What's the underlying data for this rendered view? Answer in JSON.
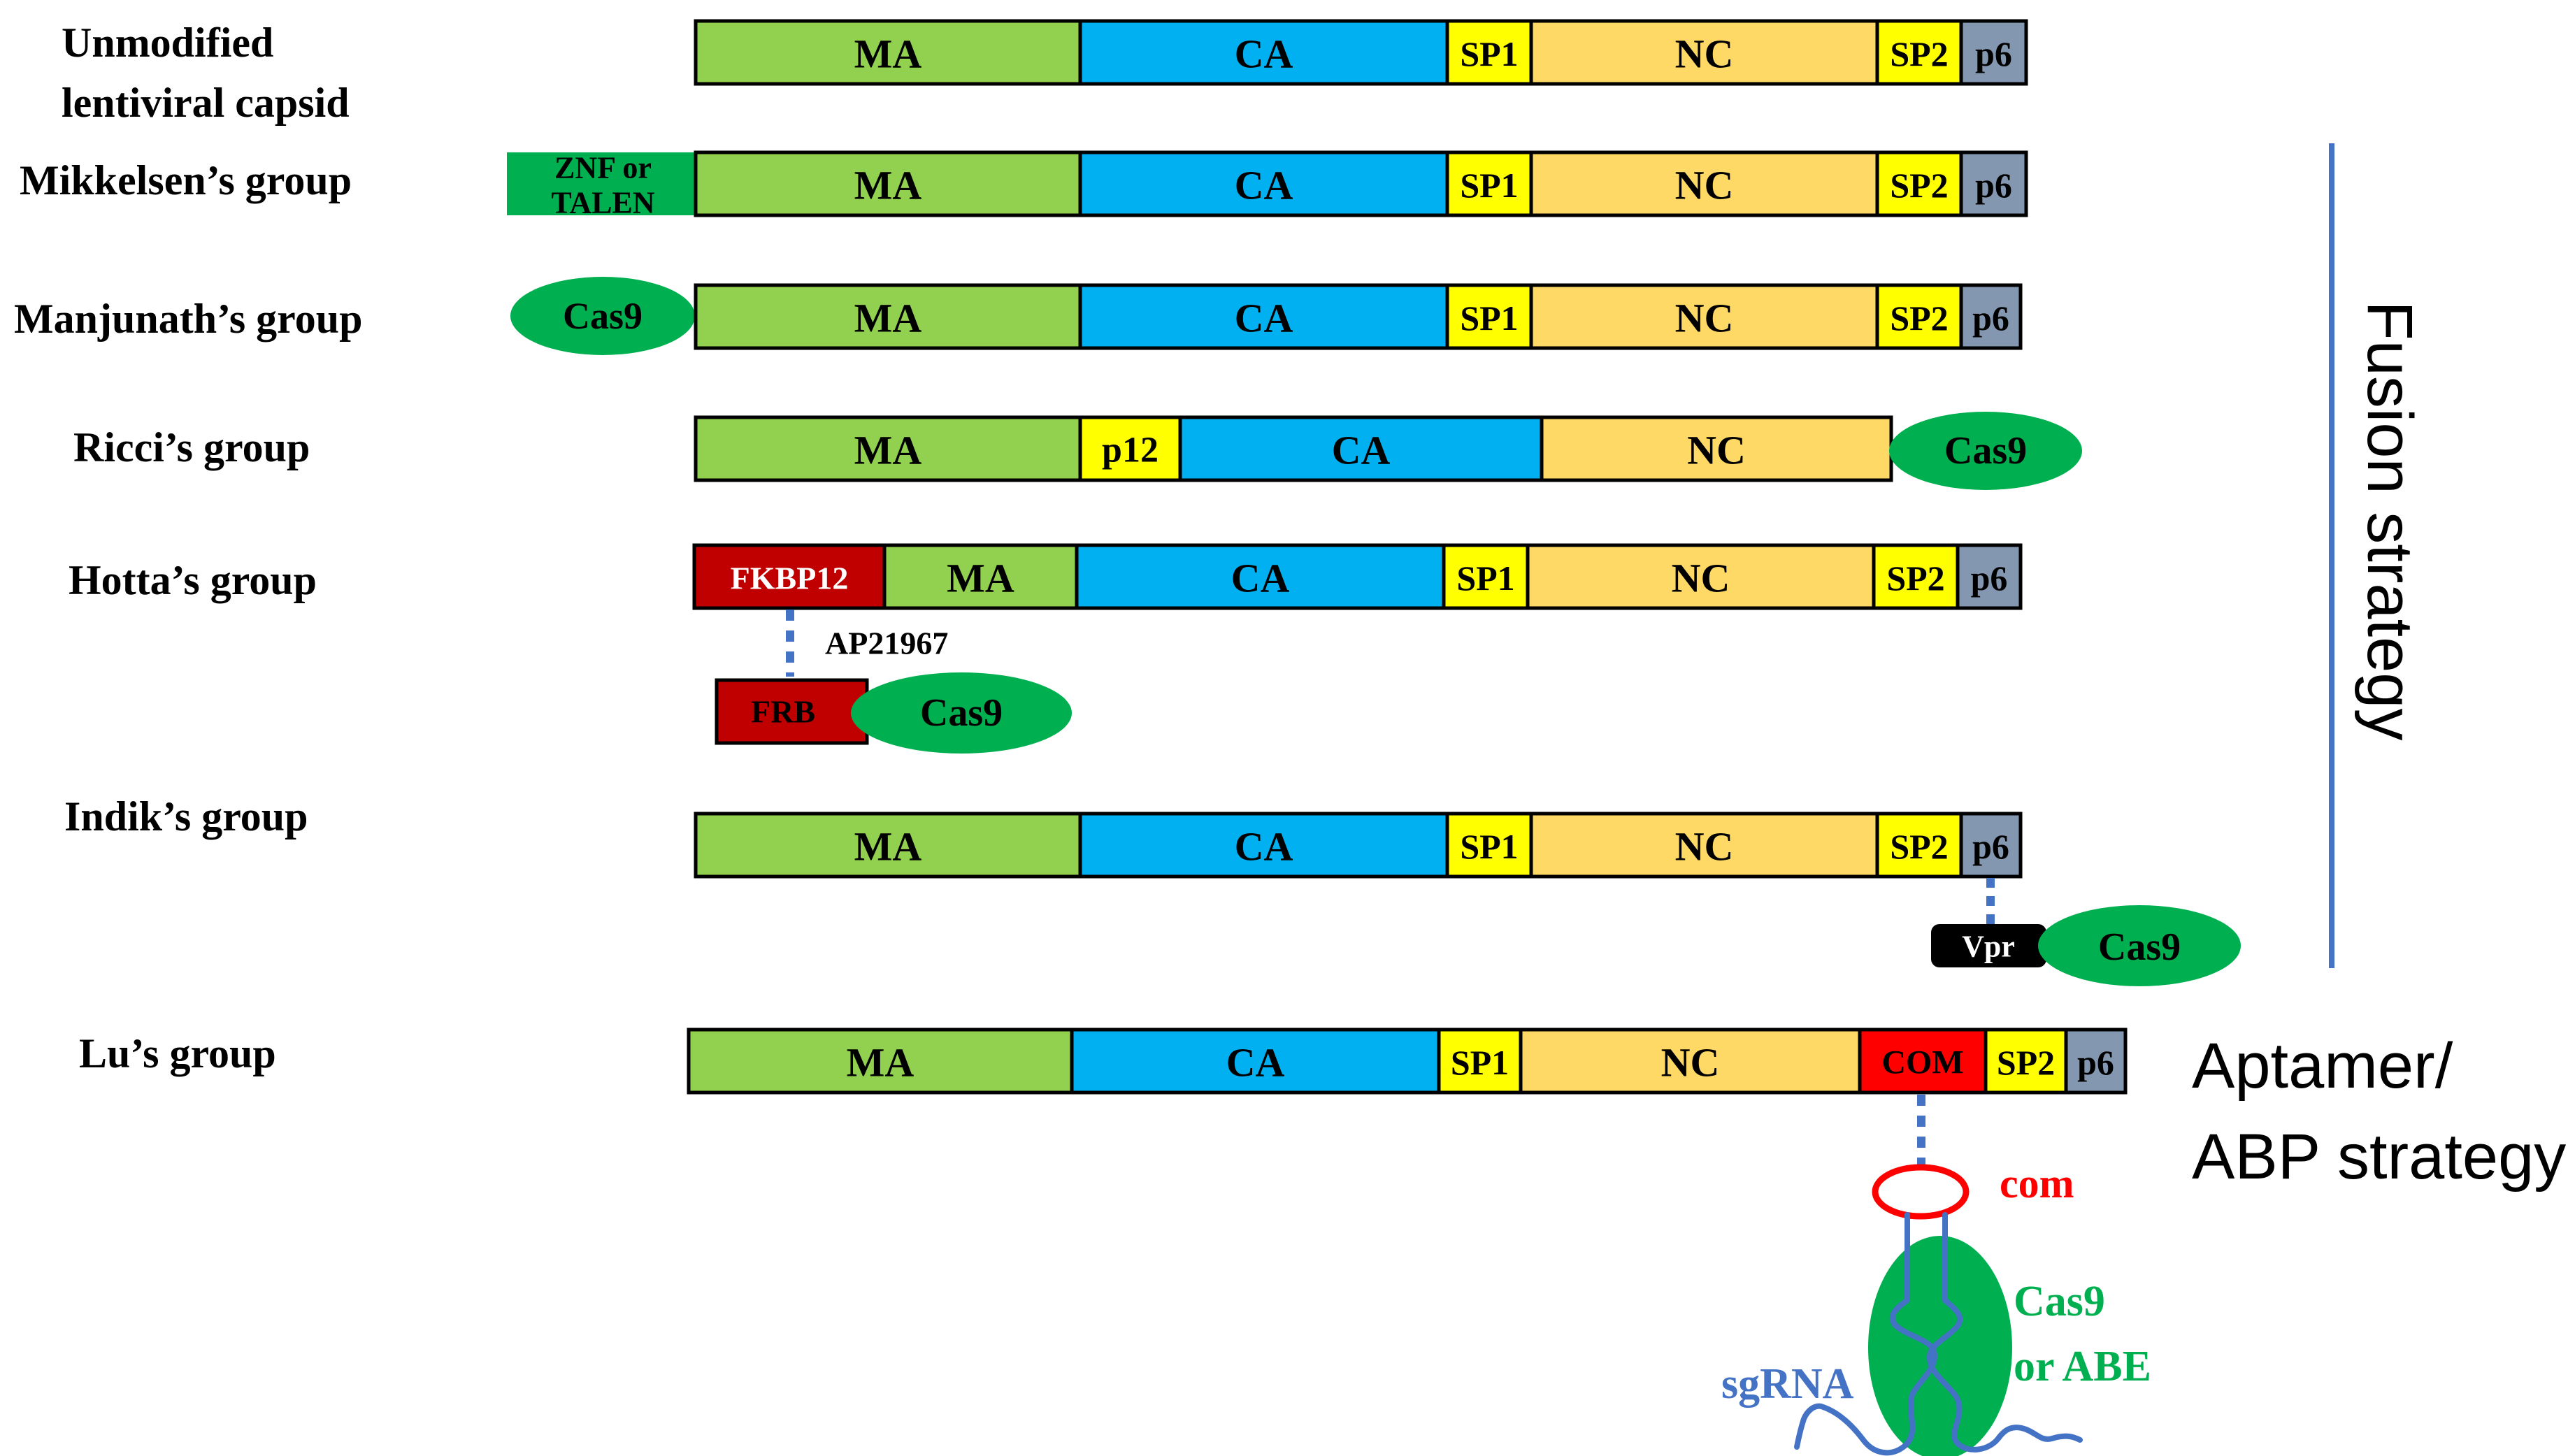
{
  "rows": [
    {
      "id": "unmodified",
      "label_lines": [
        "Unmodified",
        "lentiviral capsid"
      ],
      "segments": [
        {
          "text": "MA",
          "color": "#92d050"
        },
        {
          "text": "CA",
          "color": "#00b0f0"
        },
        {
          "text": "SP1",
          "color": "#ffff00"
        },
        {
          "text": "NC",
          "color": "#ffd966"
        },
        {
          "text": "SP2",
          "color": "#ffff00"
        },
        {
          "text": "p6",
          "color": "#8497b0"
        }
      ]
    },
    {
      "id": "mikkelsen",
      "label_lines": [
        "Mikkelsen’s group"
      ],
      "prefix": {
        "lines": [
          "ZNF or",
          "TALEN"
        ],
        "color": "#00b050"
      },
      "segments": [
        {
          "text": "MA",
          "color": "#92d050"
        },
        {
          "text": "CA",
          "color": "#00b0f0"
        },
        {
          "text": "SP1",
          "color": "#ffff00"
        },
        {
          "text": "NC",
          "color": "#ffd966"
        },
        {
          "text": "SP2",
          "color": "#ffff00"
        },
        {
          "text": "p6",
          "color": "#8497b0"
        }
      ]
    },
    {
      "id": "manjunath",
      "label_lines": [
        "Manjunath’s group"
      ],
      "prefix_ellipse": {
        "text": "Cas9",
        "color": "#00b050"
      },
      "segments": [
        {
          "text": "MA",
          "color": "#92d050"
        },
        {
          "text": "CA",
          "color": "#00b0f0"
        },
        {
          "text": "SP1",
          "color": "#ffff00"
        },
        {
          "text": "NC",
          "color": "#ffd966"
        },
        {
          "text": "SP2",
          "color": "#ffff00"
        },
        {
          "text": "p6",
          "color": "#8497b0"
        }
      ]
    },
    {
      "id": "ricci",
      "label_lines": [
        "Ricci’s group"
      ],
      "suffix_ellipse": {
        "text": "Cas9",
        "color": "#00b050"
      },
      "segments": [
        {
          "text": "MA",
          "color": "#92d050"
        },
        {
          "text": "p12",
          "color": "#ffff00"
        },
        {
          "text": "CA",
          "color": "#00b0f0"
        },
        {
          "text": "NC",
          "color": "#ffd966"
        }
      ]
    },
    {
      "id": "hotta",
      "label_lines": [
        "Hotta’s group"
      ],
      "segments": [
        {
          "text": "FKBP12",
          "color": "#c00000"
        },
        {
          "text": "MA",
          "color": "#92d050"
        },
        {
          "text": "CA",
          "color": "#00b0f0"
        },
        {
          "text": "SP1",
          "color": "#ffff00"
        },
        {
          "text": "NC",
          "color": "#ffd966"
        },
        {
          "text": "SP2",
          "color": "#ffff00"
        },
        {
          "text": "p6",
          "color": "#8497b0"
        }
      ],
      "linker_label": "AP21967",
      "partner": {
        "box_text": "FRB",
        "box_color": "#c00000",
        "ellipse_text": "Cas9",
        "ellipse_color": "#00b050"
      }
    },
    {
      "id": "indik",
      "label_lines": [
        "Indik’s group"
      ],
      "segments": [
        {
          "text": "MA",
          "color": "#92d050"
        },
        {
          "text": "CA",
          "color": "#00b0f0"
        },
        {
          "text": "SP1",
          "color": "#ffff00"
        },
        {
          "text": "NC",
          "color": "#ffd966"
        },
        {
          "text": "SP2",
          "color": "#ffff00"
        },
        {
          "text": "p6",
          "color": "#8497b0"
        }
      ],
      "partner": {
        "box_text": "Vpr",
        "box_color": "#000000",
        "ellipse_text": "Cas9",
        "ellipse_color": "#00b050"
      }
    },
    {
      "id": "lu",
      "label_lines": [
        "Lu’s group"
      ],
      "segments": [
        {
          "text": "MA",
          "color": "#92d050"
        },
        {
          "text": "CA",
          "color": "#00b0f0"
        },
        {
          "text": "SP1",
          "color": "#ffff00"
        },
        {
          "text": "NC",
          "color": "#ffd966"
        },
        {
          "text": "COM",
          "color": "#ff0000"
        },
        {
          "text": "SP2",
          "color": "#ffff00"
        },
        {
          "text": "p6",
          "color": "#8497b0"
        }
      ]
    }
  ],
  "fusion_strategy": {
    "text": "Fusion strategy",
    "line_color": "#4472c4"
  },
  "aptamer_strategy": {
    "lines": [
      "Aptamer/",
      "ABP strategy"
    ]
  },
  "lu_complex": {
    "com_label": "com",
    "com_color": "#ff0000",
    "cas9_lines": [
      "Cas9",
      "or ABE"
    ],
    "cas9_color": "#00b050",
    "sgrna_label": "sgRNA",
    "sgrna_color": "#4472c4"
  }
}
